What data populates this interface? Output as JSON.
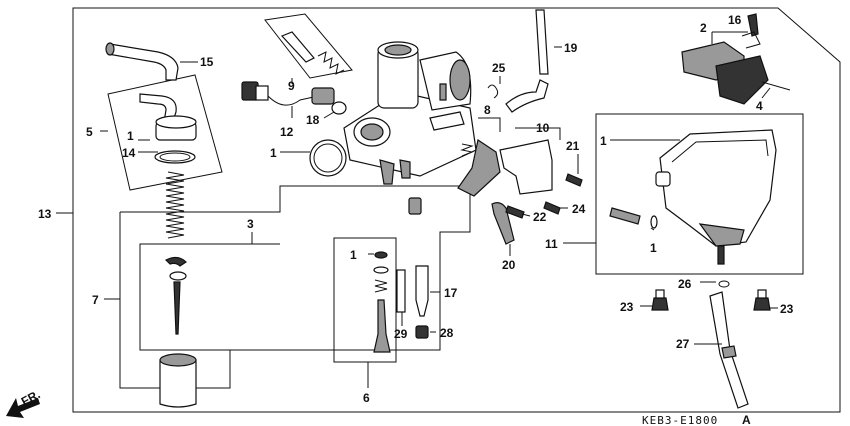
{
  "diagram": {
    "code": "KEB3-E1800",
    "code_suffix": "A",
    "direction": "FR.",
    "callouts": [
      "1",
      "2",
      "3",
      "4",
      "5",
      "6",
      "7",
      "8",
      "9",
      "10",
      "11",
      "12",
      "13",
      "14",
      "15",
      "16",
      "17",
      "18",
      "19",
      "20",
      "21",
      "22",
      "23",
      "24",
      "25",
      "26",
      "27",
      "28",
      "29"
    ],
    "labels": {
      "c1a": "1",
      "c1b": "1",
      "c1c": "1",
      "c1d": "1",
      "c1e": "1",
      "c2": "2",
      "c3": "3",
      "c4": "4",
      "c5": "5",
      "c6": "6",
      "c7": "7",
      "c8": "8",
      "c9": "9",
      "c10": "10",
      "c11": "11",
      "c12": "12",
      "c13": "13",
      "c14": "14",
      "c15": "15",
      "c16": "16",
      "c17": "17",
      "c18": "18",
      "c19": "19",
      "c20": "20",
      "c21": "21",
      "c22": "22",
      "c23a": "23",
      "c23b": "23",
      "c24": "24",
      "c25": "25",
      "c26": "26",
      "c27": "27",
      "c28": "28",
      "c29": "29"
    }
  }
}
